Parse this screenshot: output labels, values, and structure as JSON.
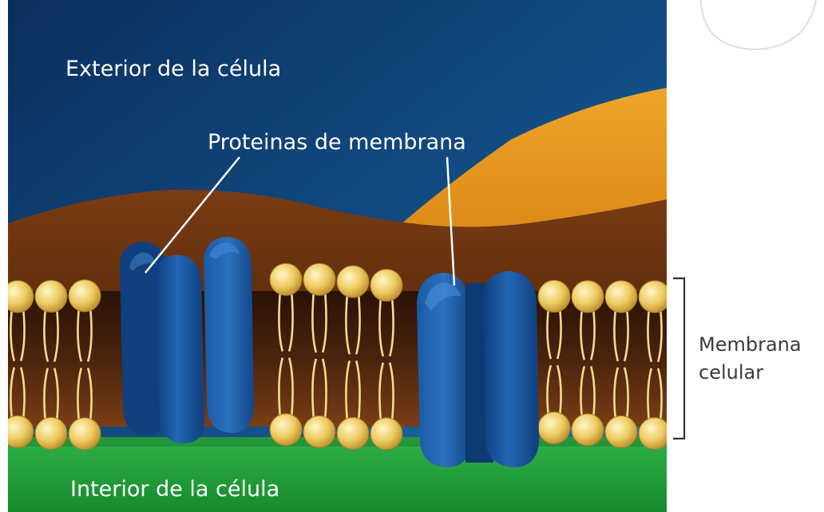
{
  "labels": {
    "exterior": "Exterior de la célula",
    "proteins": "Proteinas de membrana",
    "interior": "Interior de la célula",
    "membrane_line1": "Membrana",
    "membrane_line2": "celular"
  },
  "colors": {
    "exterior_top": "#0d3566",
    "exterior_bottom": "#1c72a8",
    "brown": "#6b3412",
    "orange": "#e89a1e",
    "interior_green": "#21a03a",
    "protein_blue": "#1b58a3",
    "lipid_head": "#f0d070",
    "lipid_tail": "#f2dc8c"
  }
}
